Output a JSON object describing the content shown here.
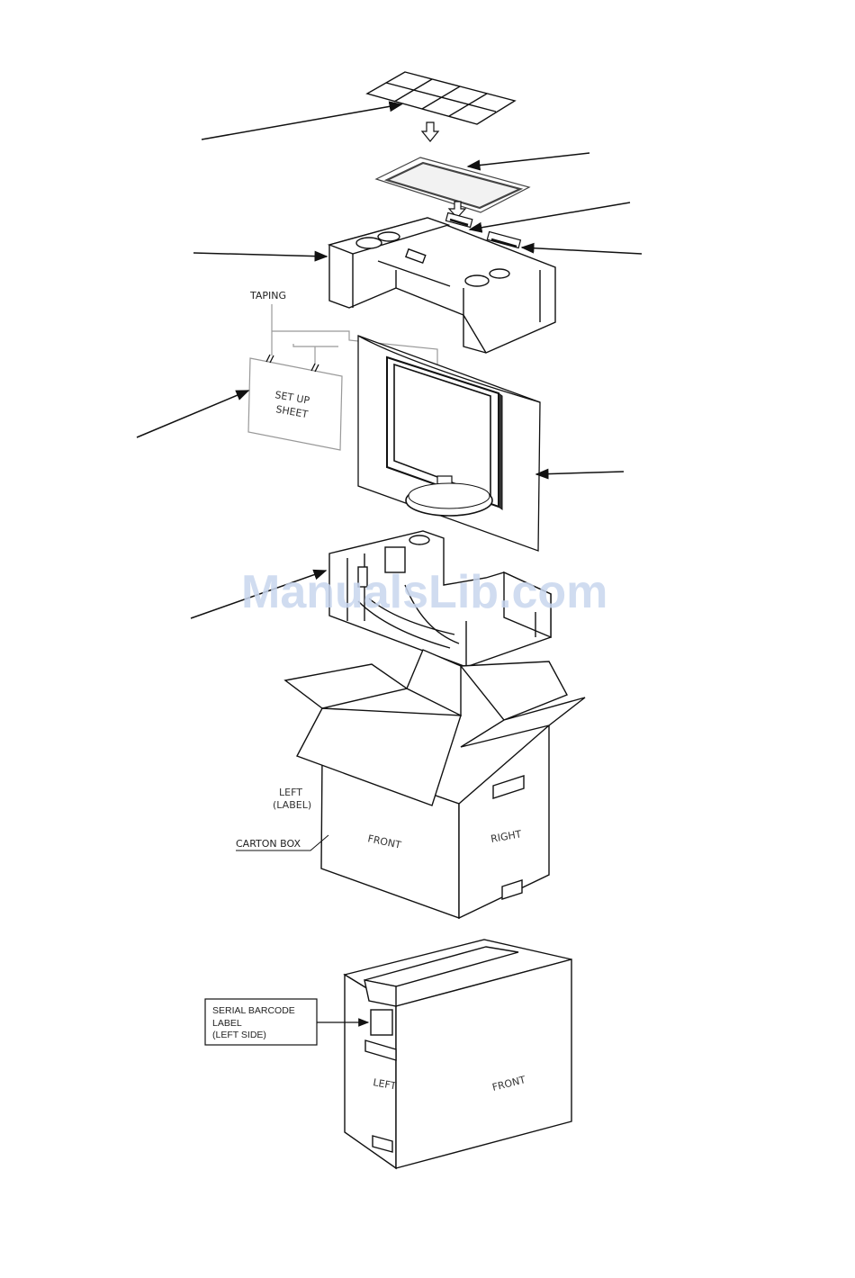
{
  "labels": {
    "taping": "TAPING",
    "setup_sheet_line1": "SET UP",
    "setup_sheet_line2": "SHEET",
    "left_label_line1": "LEFT",
    "left_label_line2": "(LABEL)",
    "carton_box": "CARTON BOX",
    "front": "FRONT",
    "right": "RIGHT",
    "serial_line1": "SERIAL  BARCODE",
    "serial_line2": "LABEL",
    "serial_line3": "(LEFT SIDE)",
    "closed_left": "LEFT",
    "closed_front": "FRONT"
  },
  "watermark": "ManualsLib.com",
  "colors": {
    "line": "#1a1a1a",
    "fill": "#ffffff",
    "gray": "#9a9a9a",
    "watermark": "#c8d6ee"
  }
}
